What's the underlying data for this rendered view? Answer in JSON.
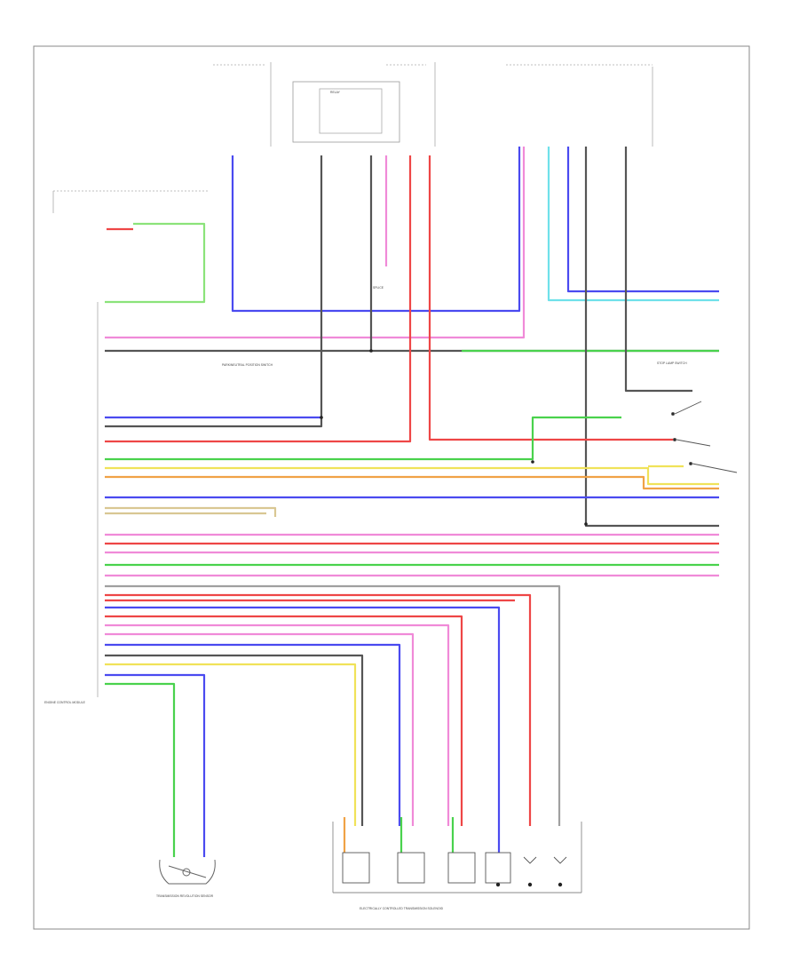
{
  "diagram": {
    "page_code": "",
    "bottom_left_code": "",
    "components": {
      "ecm": "ENGINE CONTROL MODULE",
      "tcm_label": "",
      "solenoid_unit": "ELECTRICALLY CONTROLLED TRANSMISSION SOLENOID",
      "output_speed_sensor": "TRANSMISSION REVOLUTION SENSOR",
      "park_neutral_switch": "PARK/NEUTRAL POSITION SWITCH",
      "stop_lamp_switch": "STOP LAMP SWITCH",
      "relay": "RELAY",
      "splice": "SPLICE"
    },
    "wire_colors": {
      "BLU": "#4a4af0",
      "PNK": "#f08ad8",
      "RED": "#ee4646",
      "GRN": "#49d24d",
      "LT GRN": "#8be37a",
      "YEL": "#f0e259",
      "ORG": "#f0a246",
      "BLK": "#555555",
      "GRY": "#a0a0a0",
      "TAN": "#d9c793",
      "LT BLU": "#6fe1ea",
      "VIO": "#b27be0",
      "WHT": "#dddddd"
    }
  }
}
